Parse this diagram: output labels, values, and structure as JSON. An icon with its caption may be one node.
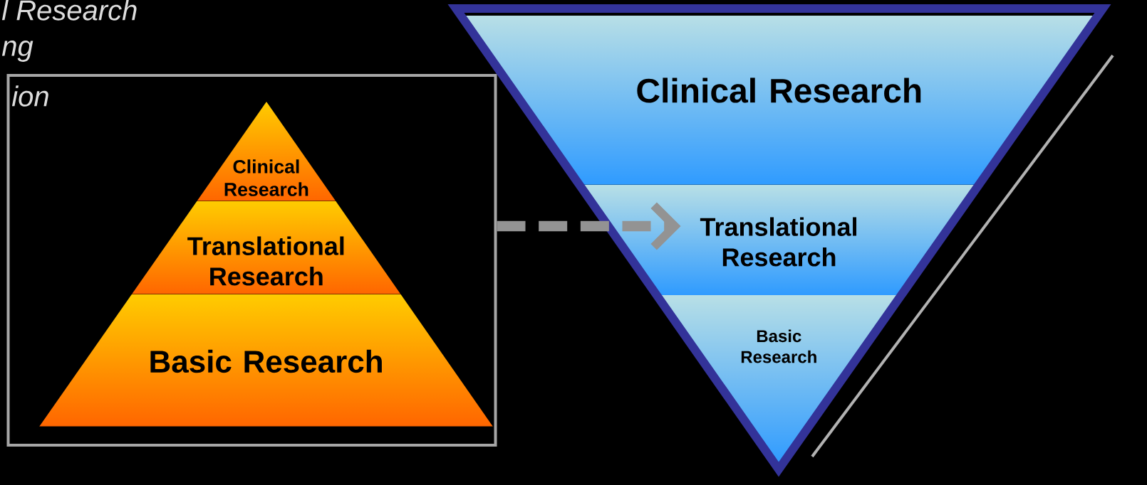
{
  "diagram": {
    "nodes": [
      {
        "text": [],
        "shape": "box"
      },
      {
        "text": [
          "Clinical Research"
        ],
        "in": 0
      },
      {
        "text": [
          "Translational Research"
        ],
        "in": 0
      },
      {
        "text": [
          "Basic Research"
        ],
        "in": 0
      },
      {
        "text": [
          "Clinical Research"
        ]
      },
      {
        "text": [
          "Translational Research"
        ]
      },
      {
        "text": [
          "Basic Research"
        ]
      }
    ],
    "edges": [
      {
        "from": 0,
        "to": 5,
        "arrow": "to",
        "style": "dashed"
      }
    ],
    "labels": [
      "l Research",
      "ng",
      "ion"
    ]
  }
}
